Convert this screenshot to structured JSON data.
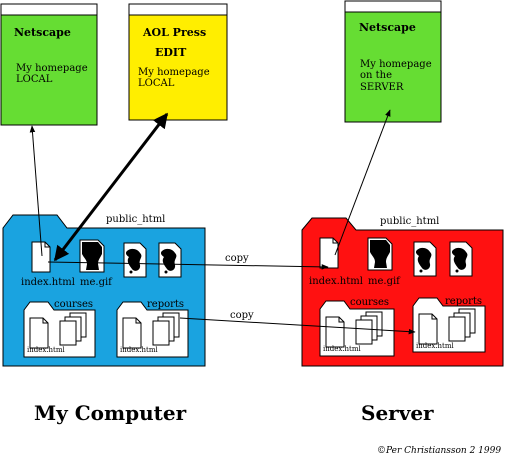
{
  "panels": {
    "netscape_local": {
      "app": "Netscape",
      "line1": "My homepage",
      "line2": "LOCAL",
      "color": "#66dd33"
    },
    "aol_press": {
      "app": "AOL Press",
      "mode": "EDIT",
      "line1": "My homepage",
      "line2": "LOCAL",
      "color": "#ffee00"
    },
    "netscape_server": {
      "app": "Netscape",
      "line1": "My homepage",
      "line2": "on the",
      "line3": "SERVER",
      "color": "#66dd33"
    }
  },
  "folders": {
    "local": {
      "name": "public_html",
      "color": "#1aa3e0",
      "caption": "My Computer"
    },
    "server": {
      "name": "public_html",
      "color": "#ff1111",
      "caption": "Server"
    }
  },
  "files": {
    "index": "index.html",
    "image": "me.gif",
    "courses": "courses",
    "reports": "reports",
    "sub_index": "index.html"
  },
  "arrows": {
    "copy1": "copy",
    "copy2": "copy"
  },
  "copyright": "©Per Christiansson 2 1999"
}
